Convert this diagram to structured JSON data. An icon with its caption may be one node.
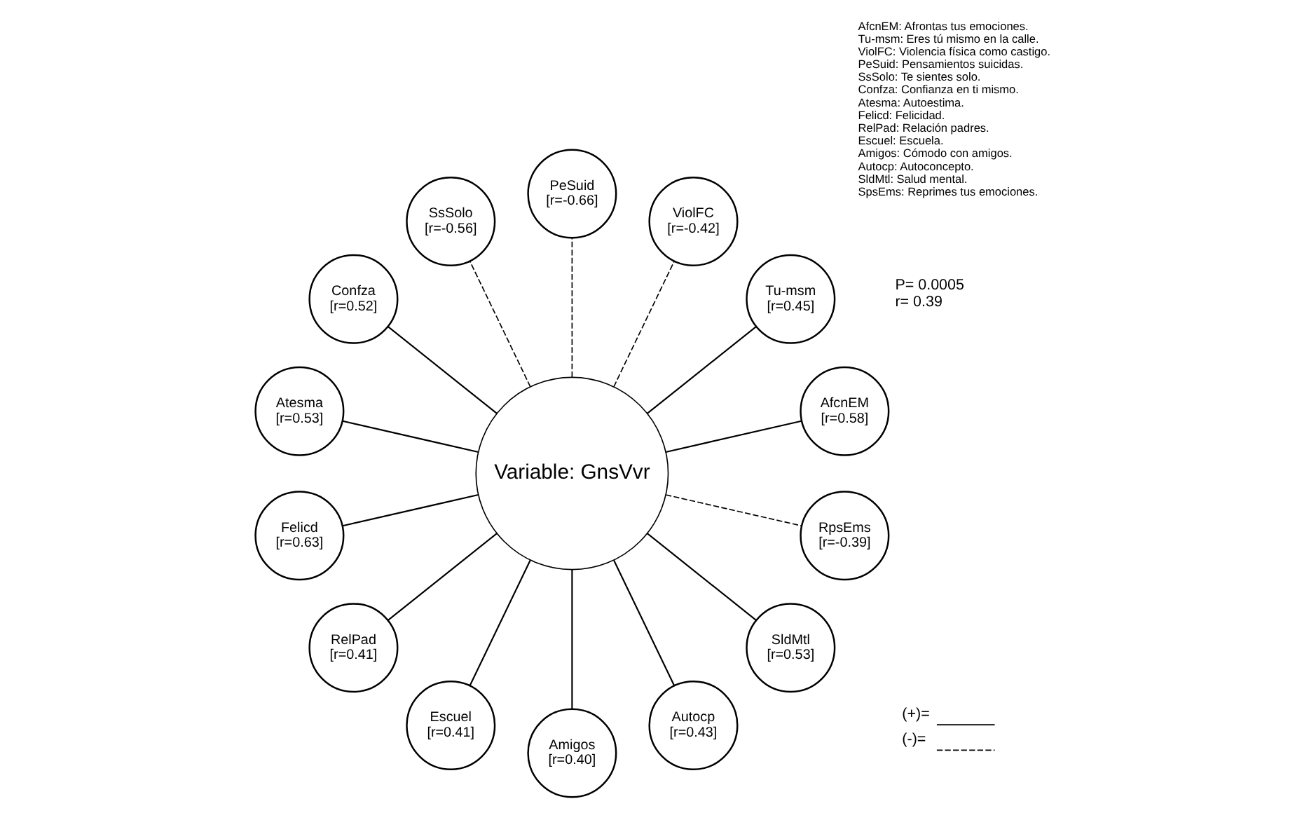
{
  "diagram": {
    "nodes": [
      {
        "text": [
          "Variable: GnsVvr"
        ]
      },
      {
        "text": [
          "AfcnEM",
          "[r=0.58]"
        ]
      },
      {
        "text": [
          "Tu-msm",
          "[r=0.45]"
        ]
      },
      {
        "text": [
          "ViolFC",
          "[r=-0.42]"
        ]
      },
      {
        "text": [
          "PeSuid",
          "[r=-0.66]"
        ]
      },
      {
        "text": [
          "SsSolo",
          "[r=-0.56]"
        ]
      },
      {
        "text": [
          "Confza",
          "[r=0.52]"
        ]
      },
      {
        "text": [
          "Atesma",
          "[r=0.53]"
        ]
      },
      {
        "text": [
          "Felicd",
          "[r=0.63]"
        ]
      },
      {
        "text": [
          "RelPad",
          "[r=0.41]"
        ]
      },
      {
        "text": [
          "Escuel",
          "[r=0.41]"
        ]
      },
      {
        "text": [
          "Amigos",
          "[r=0.40]"
        ]
      },
      {
        "text": [
          "Autocp",
          "[r=0.43]"
        ]
      },
      {
        "text": [
          "SldMtl",
          "[r=0.53]"
        ]
      },
      {
        "text": [
          "RpsEms",
          "[r=-0.39]"
        ]
      }
    ],
    "edges": [
      {
        "from": 0,
        "to": 1,
        "arrow": "none"
      },
      {
        "from": 0,
        "to": 2,
        "arrow": "none"
      },
      {
        "from": 0,
        "to": 3,
        "arrow": "none",
        "style": "dashed"
      },
      {
        "from": 0,
        "to": 4,
        "arrow": "none",
        "style": "dashed"
      },
      {
        "from": 0,
        "to": 5,
        "arrow": "none",
        "style": "dashed"
      },
      {
        "from": 0,
        "to": 6,
        "arrow": "none"
      },
      {
        "from": 0,
        "to": 7,
        "arrow": "none"
      },
      {
        "from": 0,
        "to": 8,
        "arrow": "none"
      },
      {
        "from": 0,
        "to": 9,
        "arrow": "none"
      },
      {
        "from": 0,
        "to": 10,
        "arrow": "none"
      },
      {
        "from": 0,
        "to": 11,
        "arrow": "none"
      },
      {
        "from": 0,
        "to": 12,
        "arrow": "none"
      },
      {
        "from": 0,
        "to": 13,
        "arrow": "none"
      },
      {
        "from": 0,
        "to": 14,
        "arrow": "none",
        "style": "dashed"
      }
    ],
    "labels": [
      "P= 0.0005",
      "r= 0.39",
      "AfcnEM: Afrontas tus emociones.",
      "Tu-msm: Eres tú mismo en la calle.",
      "ViolFC: Violencia física como castigo.",
      "PeSuid: Pensamientos suicidas.",
      "SsSolo: Te sientes solo.",
      "Confza: Confianza en ti mismo.",
      "Atesma: Autoestima.",
      "Felicd: Felicidad.",
      "RelPad: Relación padres.",
      "Escuel: Escuela.",
      "Amigos: Cómodo con amigos.",
      "Autocp: Autoconcepto.",
      "SldMtl: Salud mental.",
      "SpsEms: Reprimes tus emociones."
    ],
    "legend": [
      {
        "text": "(+)="
      },
      {
        "text": "(-)="
      }
    ]
  }
}
